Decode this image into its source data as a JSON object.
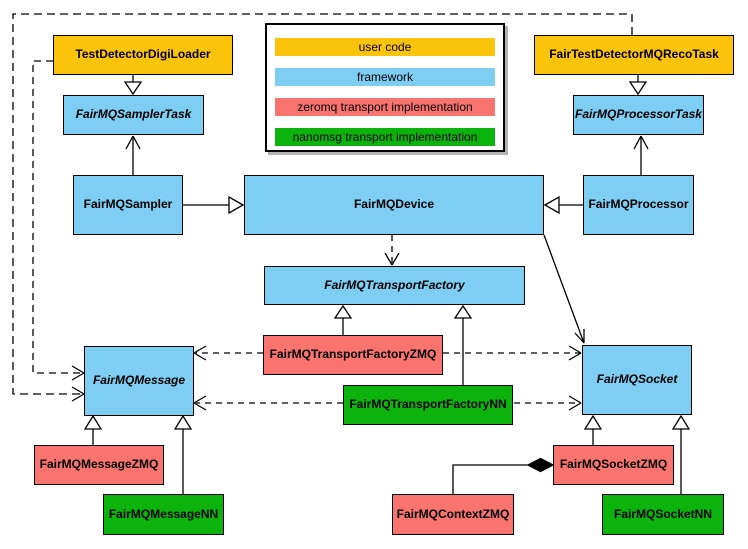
{
  "colors": {
    "user_code": "#fcc30b",
    "framework": "#7dcef2",
    "zeromq": "#f9746f",
    "nanomsg": "#0db30d",
    "line": "#000000",
    "background": "#ffffff"
  },
  "legend": {
    "items": [
      {
        "label": "user code",
        "color_key": "user_code"
      },
      {
        "label": "framework",
        "color_key": "framework"
      },
      {
        "label": "zeromq transport implementation",
        "color_key": "zeromq"
      },
      {
        "label": "nanomsg transport implementation",
        "color_key": "nanomsg"
      }
    ]
  },
  "nodes": {
    "test_detector_digi_loader": {
      "label": "TestDetectorDigiLoader",
      "category": "user code",
      "abstract": false
    },
    "fair_test_detector_mq_reco_task": {
      "label": "FairTestDetectorMQRecoTask",
      "category": "user code",
      "abstract": false
    },
    "sampler_task": {
      "label": "FairMQSamplerTask",
      "category": "framework",
      "abstract": true
    },
    "processor_task": {
      "label": "FairMQProcessorTask",
      "category": "framework",
      "abstract": true
    },
    "sampler": {
      "label": "FairMQSampler",
      "category": "framework",
      "abstract": false
    },
    "device": {
      "label": "FairMQDevice",
      "category": "framework",
      "abstract": false
    },
    "processor": {
      "label": "FairMQProcessor",
      "category": "framework",
      "abstract": false
    },
    "transport_factory": {
      "label": "FairMQTransportFactory",
      "category": "framework",
      "abstract": true
    },
    "transport_factory_zmq": {
      "label": "FairMQTransportFactoryZMQ",
      "category": "zeromq transport implementation",
      "abstract": false
    },
    "transport_factory_nn": {
      "label": "FairMQTransportFactoryNN",
      "category": "nanomsg transport implementation",
      "abstract": false
    },
    "message": {
      "label": "FairMQMessage",
      "category": "framework",
      "abstract": true
    },
    "socket": {
      "label": "FairMQSocket",
      "category": "framework",
      "abstract": true
    },
    "message_zmq": {
      "label": "FairMQMessageZMQ",
      "category": "zeromq transport implementation",
      "abstract": false
    },
    "message_nn": {
      "label": "FairMQMessageNN",
      "category": "nanomsg transport implementation",
      "abstract": false
    },
    "socket_zmq": {
      "label": "FairMQSocketZMQ",
      "category": "zeromq transport implementation",
      "abstract": false
    },
    "socket_nn": {
      "label": "FairMQSocketNN",
      "category": "nanomsg transport implementation",
      "abstract": false
    },
    "context_zmq": {
      "label": "FairMQContextZMQ",
      "category": "zeromq transport implementation",
      "abstract": false
    }
  },
  "edges": [
    {
      "from": "TestDetectorDigiLoader",
      "to": "FairMQSamplerTask",
      "type": "inheritance",
      "style": "solid"
    },
    {
      "from": "FairTestDetectorMQRecoTask",
      "to": "FairMQProcessorTask",
      "type": "inheritance",
      "style": "solid"
    },
    {
      "from": "FairMQSampler",
      "to": "FairMQSamplerTask",
      "type": "association",
      "style": "solid"
    },
    {
      "from": "FairMQProcessor",
      "to": "FairMQProcessorTask",
      "type": "association",
      "style": "solid"
    },
    {
      "from": "FairMQSampler",
      "to": "FairMQDevice",
      "type": "inheritance",
      "style": "solid"
    },
    {
      "from": "FairMQProcessor",
      "to": "FairMQDevice",
      "type": "inheritance",
      "style": "solid"
    },
    {
      "from": "FairMQDevice",
      "to": "FairMQTransportFactory",
      "type": "dependency",
      "style": "dashed"
    },
    {
      "from": "FairMQDevice",
      "to": "FairMQSocket",
      "type": "association",
      "style": "solid"
    },
    {
      "from": "FairMQTransportFactoryZMQ",
      "to": "FairMQTransportFactory",
      "type": "inheritance",
      "style": "solid"
    },
    {
      "from": "FairMQTransportFactoryNN",
      "to": "FairMQTransportFactory",
      "type": "inheritance",
      "style": "solid"
    },
    {
      "from": "FairMQTransportFactoryZMQ",
      "to": "FairMQMessage",
      "type": "dependency",
      "style": "dashed"
    },
    {
      "from": "FairMQTransportFactoryZMQ",
      "to": "FairMQSocket",
      "type": "dependency",
      "style": "dashed"
    },
    {
      "from": "FairMQTransportFactoryNN",
      "to": "FairMQMessage",
      "type": "dependency",
      "style": "dashed"
    },
    {
      "from": "FairMQTransportFactoryNN",
      "to": "FairMQSocket",
      "type": "dependency",
      "style": "dashed"
    },
    {
      "from": "TestDetectorDigiLoader",
      "to": "FairMQMessage",
      "type": "dependency",
      "style": "dashed"
    },
    {
      "from": "FairTestDetectorMQRecoTask",
      "to": "FairMQMessage",
      "type": "dependency",
      "style": "dashed"
    },
    {
      "from": "FairMQMessageZMQ",
      "to": "FairMQMessage",
      "type": "inheritance",
      "style": "solid"
    },
    {
      "from": "FairMQMessageNN",
      "to": "FairMQMessage",
      "type": "inheritance",
      "style": "solid"
    },
    {
      "from": "FairMQSocketZMQ",
      "to": "FairMQSocket",
      "type": "inheritance",
      "style": "solid"
    },
    {
      "from": "FairMQSocketNN",
      "to": "FairMQSocket",
      "type": "inheritance",
      "style": "solid"
    },
    {
      "from": "FairMQContextZMQ",
      "to": "FairMQSocketZMQ",
      "type": "composition",
      "style": "solid"
    }
  ]
}
